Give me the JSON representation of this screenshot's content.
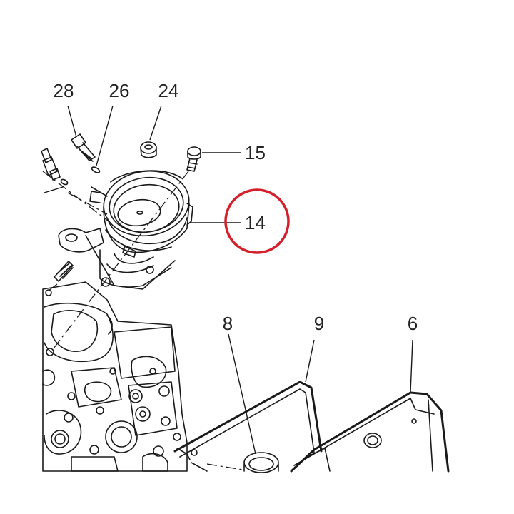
{
  "callouts": {
    "c28": "28",
    "c26": "26",
    "c24": "24",
    "c15": "15",
    "c14": "14",
    "c8": "8",
    "c9": "9",
    "c6": "6"
  },
  "colors": {
    "highlight_circle": "#d4202c",
    "line_art": "#1a1a1a",
    "background": "#ffffff"
  }
}
